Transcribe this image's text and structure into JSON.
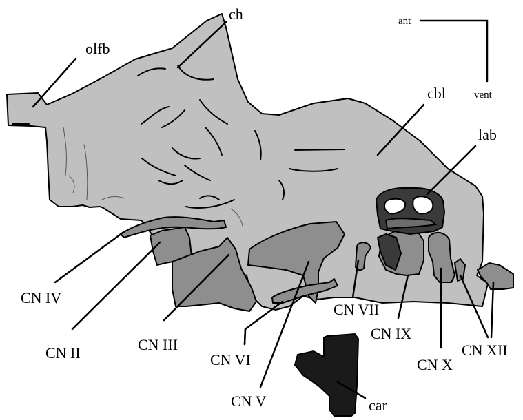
{
  "labels": {
    "olfb": "olfb",
    "ch": "ch",
    "cbl": "cbl",
    "lab": "lab",
    "cn_iv": "CN IV",
    "cn_ii": "CN II",
    "cn_iii": "CN III",
    "cn_vi": "CN VI",
    "cn_v": "CN V",
    "cn_vii": "CN VII",
    "cn_ix": "CN IX",
    "cn_x": "CN X",
    "cn_xii": "CN XII",
    "car": "car"
  },
  "orientation": {
    "ant": "ant",
    "vent": "vent"
  },
  "colors": {
    "brain_fill": "#c0c0c0",
    "nerve_fill": "#8e8e8e",
    "labyrinth_fill": "#3a3a3a",
    "carotid_fill": "#1a1a1a"
  }
}
